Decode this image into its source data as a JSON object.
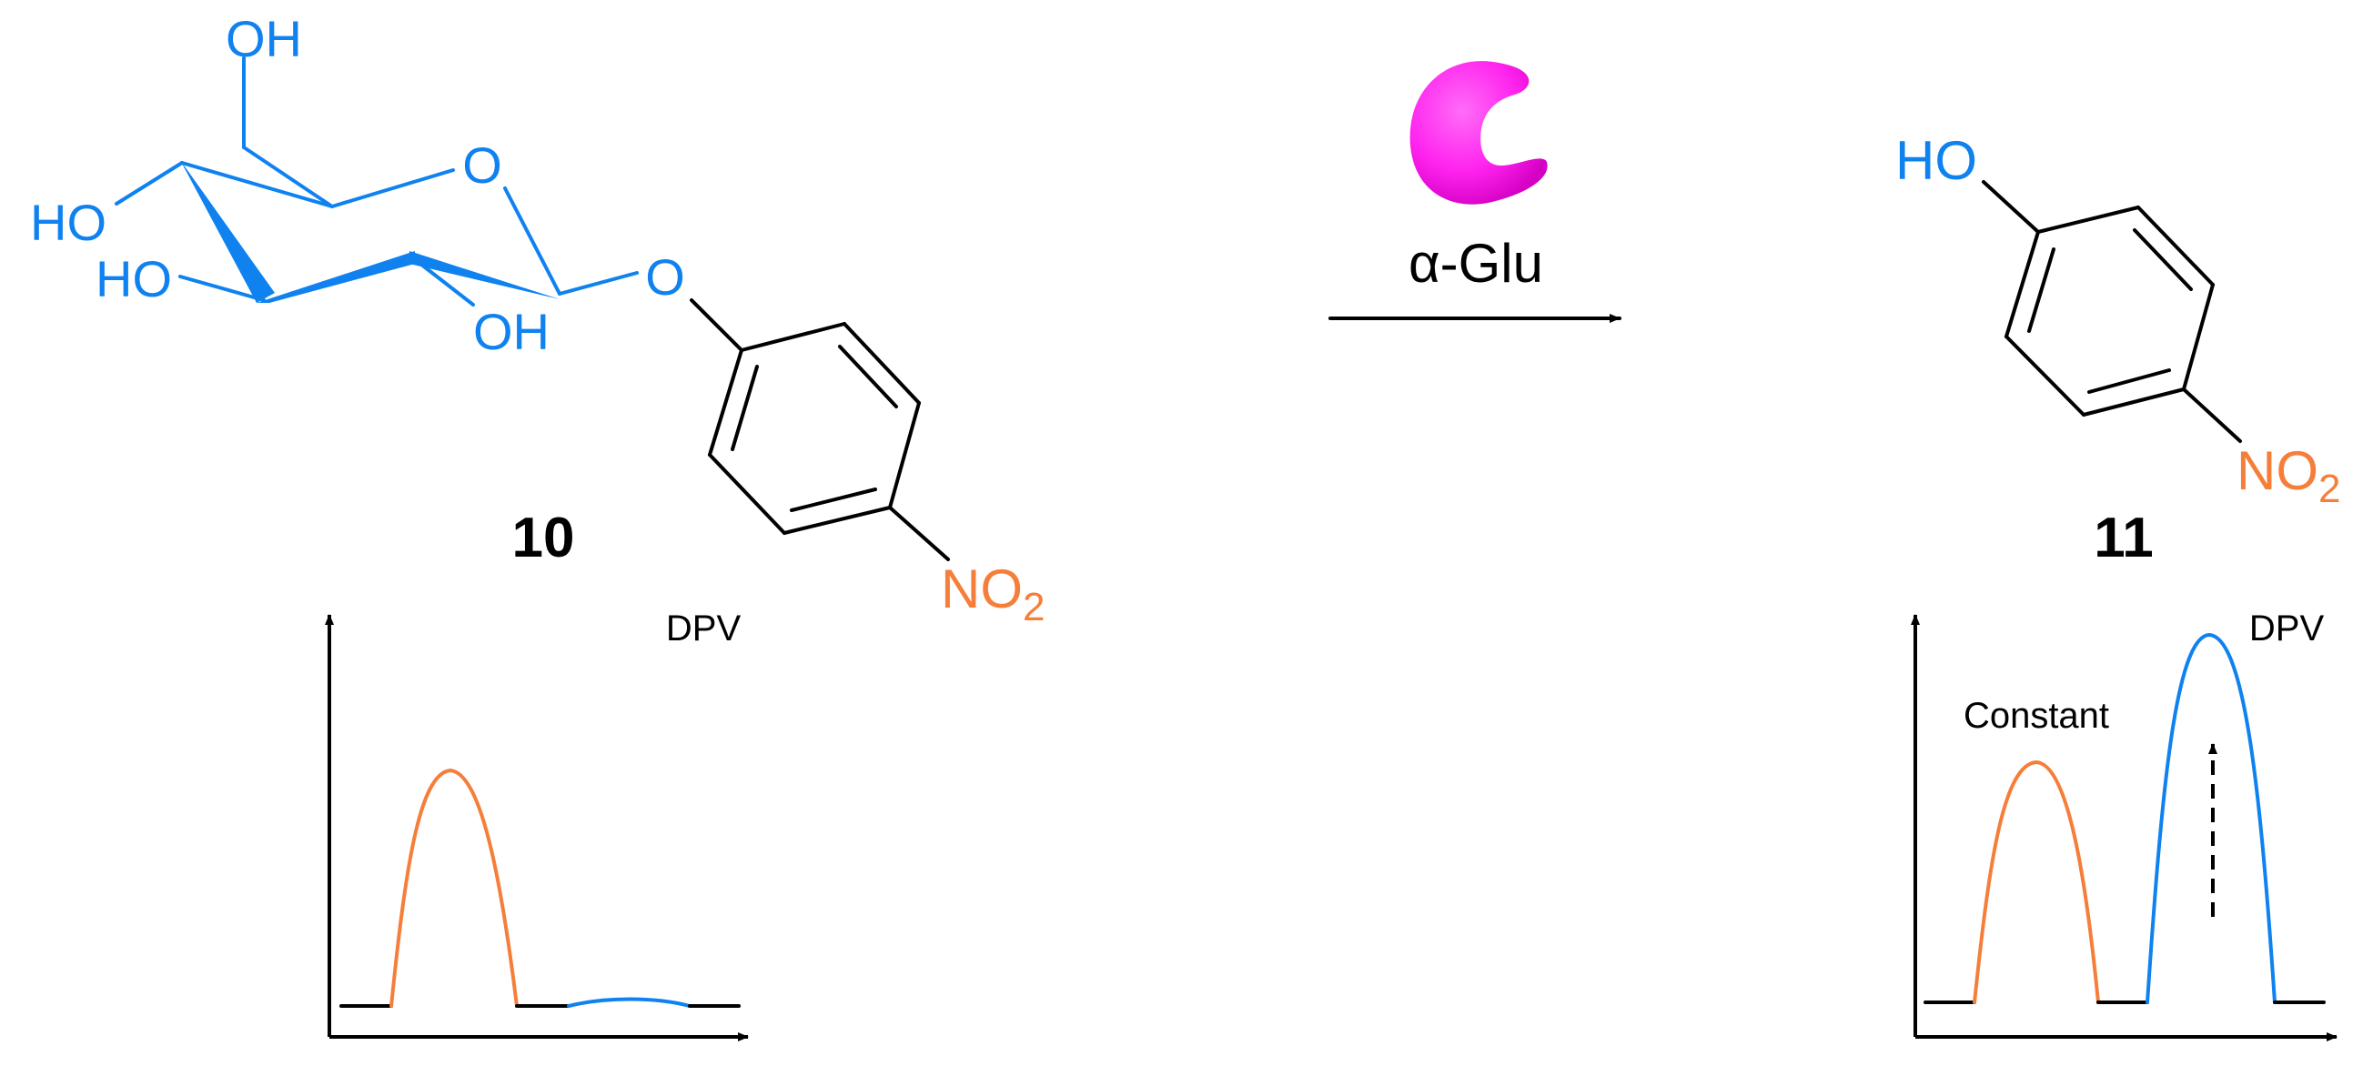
{
  "reactant": {
    "compound_number": "10",
    "atom_labels": {
      "oh_top": "OH",
      "ring_oxygen": "O",
      "ho_c4": "HO",
      "ho_c3": "HO",
      "oh_c2": "OH",
      "glycosidic_oxygen": "O",
      "nitro": "NO",
      "nitro_subscript": "2"
    },
    "dpv_label": "DPV"
  },
  "reaction": {
    "enzyme_label": "α-Glu",
    "enzyme_color": "#ff22ee",
    "enzyme_icon": "enzyme-icon"
  },
  "product": {
    "compound_number": "11",
    "atom_labels": {
      "ho": "HO",
      "nitro": "NO",
      "nitro_subscript": "2"
    },
    "dpv_label": "DPV",
    "constant_label": "Constant"
  },
  "colors": {
    "sugar": "#0f82f0",
    "nitro": "#f57f3a",
    "bonds": "#000000",
    "enzyme": "#ff22ee"
  }
}
